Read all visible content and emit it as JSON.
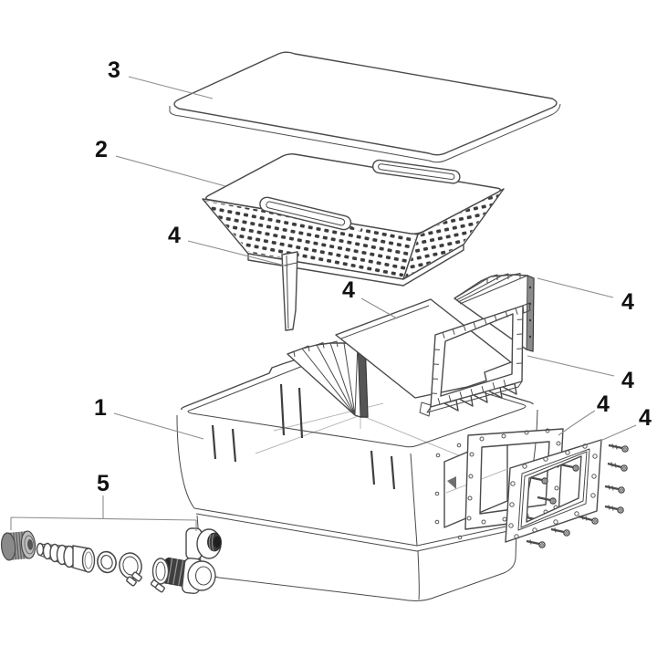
{
  "figure_type": "exploded-parts-diagram",
  "colors": {
    "background": "#ffffff",
    "line": "#4a4a4a",
    "dark_fill": "#3b3b3b",
    "leader_line": "#8e8e8e",
    "label_text": "#111111"
  },
  "callouts": [
    {
      "part": "lid-cover",
      "label": "3"
    },
    {
      "part": "debris-basket",
      "label": "2"
    },
    {
      "part": "brush-wedge",
      "label": "4"
    },
    {
      "part": "weir-panel",
      "label": "4"
    },
    {
      "part": "brush-fan",
      "label": "4"
    },
    {
      "part": "weir-frame",
      "label": "4"
    },
    {
      "part": "tank-body",
      "label": "1"
    },
    {
      "part": "gasket-plate",
      "label": "4"
    },
    {
      "part": "screw-set",
      "label": "4"
    },
    {
      "part": "hose-fittings",
      "label": "5"
    }
  ]
}
